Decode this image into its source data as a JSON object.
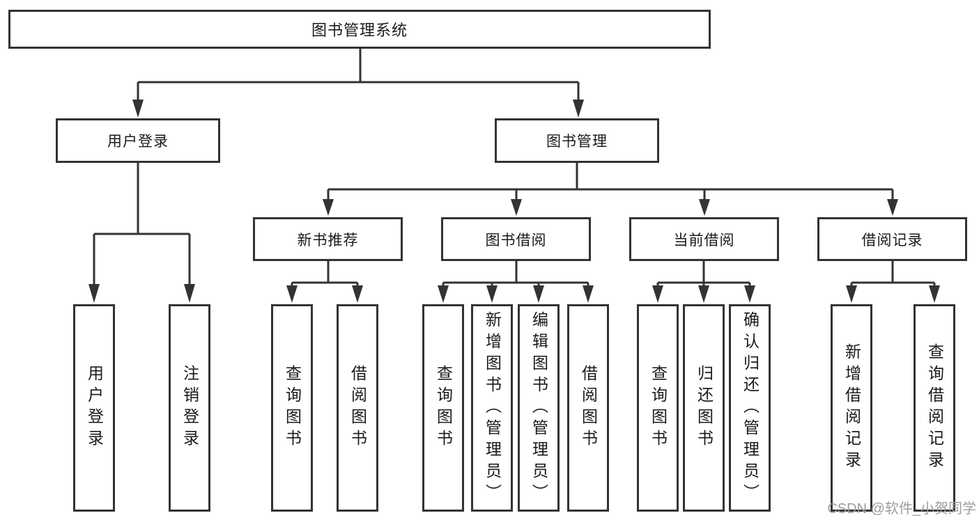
{
  "tree": {
    "root": "图书管理系统",
    "branches": [
      {
        "label": "用户登录",
        "children": [
          "用户登录",
          "注销登录"
        ]
      },
      {
        "label": "图书管理",
        "groups": [
          {
            "label": "新书推荐",
            "children": [
              "查询图书",
              "借阅图书"
            ]
          },
          {
            "label": "图书借阅",
            "children": [
              "查询图书",
              "新增图书（管理员）",
              "编辑图书（管理员）",
              "借阅图书"
            ]
          },
          {
            "label": "当前借阅",
            "children": [
              "查询图书",
              "归还图书",
              "确认归还（管理员）"
            ]
          },
          {
            "label": "借阅记录",
            "children": [
              "新增借阅记录",
              "查询借阅记录"
            ]
          }
        ]
      }
    ]
  },
  "watermark": {
    "text": "CSDN @软件_小贺同学"
  },
  "colors": {
    "line": "#333333",
    "box_border": "#333333",
    "text": "#1a1a1a",
    "watermark": "#9c9ca1",
    "background": "#ffffff"
  }
}
